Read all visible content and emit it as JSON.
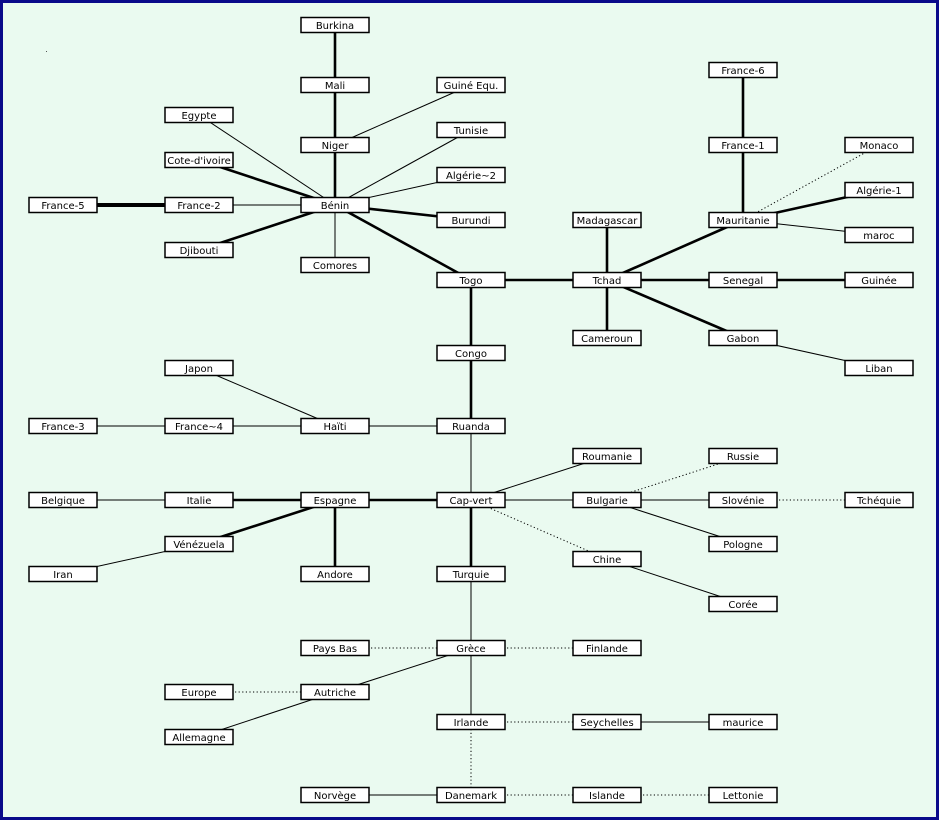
{
  "diagram": {
    "nodes": [
      {
        "id": "burkina",
        "label": "Burkina"
      },
      {
        "id": "mali",
        "label": "Mali"
      },
      {
        "id": "guine_equ",
        "label": "Guiné Equ."
      },
      {
        "id": "egypte",
        "label": "Egypte"
      },
      {
        "id": "tunisie",
        "label": "Tunisie"
      },
      {
        "id": "niger",
        "label": "Niger"
      },
      {
        "id": "cote_divoire",
        "label": "Cote-d'ivoire"
      },
      {
        "id": "algerie2",
        "label": "Algérie~2"
      },
      {
        "id": "france5",
        "label": "France-5"
      },
      {
        "id": "france2",
        "label": "France-2"
      },
      {
        "id": "benin",
        "label": "Bénin"
      },
      {
        "id": "burundi",
        "label": "Burundi"
      },
      {
        "id": "djibouti",
        "label": "Djibouti"
      },
      {
        "id": "comores",
        "label": "Comores"
      },
      {
        "id": "france6",
        "label": "France-6"
      },
      {
        "id": "france1",
        "label": "France-1"
      },
      {
        "id": "monaco",
        "label": "Monaco"
      },
      {
        "id": "algerie1",
        "label": "Algérie-1"
      },
      {
        "id": "madagascar",
        "label": "Madagascar"
      },
      {
        "id": "mauritanie",
        "label": "Mauritanie"
      },
      {
        "id": "maroc",
        "label": "maroc"
      },
      {
        "id": "togo",
        "label": "Togo"
      },
      {
        "id": "tchad",
        "label": "Tchad"
      },
      {
        "id": "senegal",
        "label": "Senegal"
      },
      {
        "id": "guinee",
        "label": "Guinée"
      },
      {
        "id": "cameroun",
        "label": "Cameroun"
      },
      {
        "id": "gabon",
        "label": "Gabon"
      },
      {
        "id": "congo",
        "label": "Congo"
      },
      {
        "id": "liban",
        "label": "Liban"
      },
      {
        "id": "japon",
        "label": "Japon"
      },
      {
        "id": "france3",
        "label": "France-3"
      },
      {
        "id": "france4",
        "label": "France~4"
      },
      {
        "id": "haiti",
        "label": "Haïti"
      },
      {
        "id": "ruanda",
        "label": "Ruanda"
      },
      {
        "id": "roumanie",
        "label": "Roumanie"
      },
      {
        "id": "russie",
        "label": "Russie"
      },
      {
        "id": "belgique",
        "label": "Belgique"
      },
      {
        "id": "italie",
        "label": "Italie"
      },
      {
        "id": "espagne",
        "label": "Espagne"
      },
      {
        "id": "capvert",
        "label": "Cap-vert"
      },
      {
        "id": "bulgarie",
        "label": "Bulgarie"
      },
      {
        "id": "slovenie",
        "label": "Slovénie"
      },
      {
        "id": "tchequie",
        "label": "Tchéquie"
      },
      {
        "id": "venezuela",
        "label": "Vénézuela"
      },
      {
        "id": "pologne",
        "label": "Pologne"
      },
      {
        "id": "chine",
        "label": "Chine"
      },
      {
        "id": "iran",
        "label": "Iran"
      },
      {
        "id": "andore",
        "label": "Andore"
      },
      {
        "id": "turquie",
        "label": "Turquie"
      },
      {
        "id": "coree",
        "label": "Corée"
      },
      {
        "id": "pays_bas",
        "label": "Pays Bas"
      },
      {
        "id": "grece",
        "label": "Grèce"
      },
      {
        "id": "finlande",
        "label": "Finlande"
      },
      {
        "id": "europe",
        "label": "Europe"
      },
      {
        "id": "autriche",
        "label": "Autriche"
      },
      {
        "id": "irlande",
        "label": "Irlande"
      },
      {
        "id": "seychelles",
        "label": "Seychelles"
      },
      {
        "id": "maurice",
        "label": "maurice"
      },
      {
        "id": "allemagne",
        "label": "Allemagne"
      },
      {
        "id": "norvege",
        "label": "Norvège"
      },
      {
        "id": "danemark",
        "label": "Danemark"
      },
      {
        "id": "islande",
        "label": "Islande"
      },
      {
        "id": "lettonie",
        "label": "Lettonie"
      }
    ],
    "edges": [
      {
        "from": "burkina",
        "to": "mali",
        "style": "bold"
      },
      {
        "from": "mali",
        "to": "niger",
        "style": "bold"
      },
      {
        "from": "niger",
        "to": "benin",
        "style": "bold"
      },
      {
        "from": "guine_equ",
        "to": "niger",
        "style": "normal"
      },
      {
        "from": "egypte",
        "to": "benin",
        "style": "normal"
      },
      {
        "from": "cote_divoire",
        "to": "benin",
        "style": "bold"
      },
      {
        "from": "france2",
        "to": "benin",
        "style": "normal"
      },
      {
        "from": "france5",
        "to": "france2",
        "style": "heavy"
      },
      {
        "from": "djibouti",
        "to": "benin",
        "style": "bold"
      },
      {
        "from": "comores",
        "to": "benin",
        "style": "normal"
      },
      {
        "from": "tunisie",
        "to": "benin",
        "style": "normal"
      },
      {
        "from": "algerie2",
        "to": "benin",
        "style": "normal"
      },
      {
        "from": "burundi",
        "to": "benin",
        "style": "bold"
      },
      {
        "from": "benin",
        "to": "togo",
        "style": "bold"
      },
      {
        "from": "togo",
        "to": "tchad",
        "style": "bold"
      },
      {
        "from": "togo",
        "to": "congo",
        "style": "bold"
      },
      {
        "from": "madagascar",
        "to": "tchad",
        "style": "bold"
      },
      {
        "from": "cameroun",
        "to": "tchad",
        "style": "bold"
      },
      {
        "from": "tchad",
        "to": "mauritanie",
        "style": "bold"
      },
      {
        "from": "tchad",
        "to": "senegal",
        "style": "bold"
      },
      {
        "from": "tchad",
        "to": "gabon",
        "style": "bold"
      },
      {
        "from": "france6",
        "to": "france1",
        "style": "bold"
      },
      {
        "from": "france1",
        "to": "mauritanie",
        "style": "bold"
      },
      {
        "from": "monaco",
        "to": "mauritanie",
        "style": "dotted"
      },
      {
        "from": "algerie1",
        "to": "mauritanie",
        "style": "bold"
      },
      {
        "from": "maroc",
        "to": "mauritanie",
        "style": "normal"
      },
      {
        "from": "senegal",
        "to": "guinee",
        "style": "bold"
      },
      {
        "from": "gabon",
        "to": "liban",
        "style": "normal"
      },
      {
        "from": "congo",
        "to": "ruanda",
        "style": "bold"
      },
      {
        "from": "japon",
        "to": "haiti",
        "style": "normal"
      },
      {
        "from": "france3",
        "to": "france4",
        "style": "normal"
      },
      {
        "from": "france4",
        "to": "haiti",
        "style": "normal"
      },
      {
        "from": "haiti",
        "to": "ruanda",
        "style": "normal"
      },
      {
        "from": "ruanda",
        "to": "capvert",
        "style": "normal"
      },
      {
        "from": "capvert",
        "to": "roumanie",
        "style": "normal"
      },
      {
        "from": "capvert",
        "to": "bulgarie",
        "style": "normal"
      },
      {
        "from": "capvert",
        "to": "chine",
        "style": "dotted"
      },
      {
        "from": "capvert",
        "to": "espagne",
        "style": "bold"
      },
      {
        "from": "capvert",
        "to": "turquie",
        "style": "bold"
      },
      {
        "from": "bulgarie",
        "to": "russie",
        "style": "dotted"
      },
      {
        "from": "bulgarie",
        "to": "slovenie",
        "style": "normal"
      },
      {
        "from": "bulgarie",
        "to": "pologne",
        "style": "normal"
      },
      {
        "from": "slovenie",
        "to": "tchequie",
        "style": "dotted"
      },
      {
        "from": "chine",
        "to": "coree",
        "style": "normal"
      },
      {
        "from": "belgique",
        "to": "italie",
        "style": "normal"
      },
      {
        "from": "italie",
        "to": "espagne",
        "style": "bold"
      },
      {
        "from": "venezuela",
        "to": "espagne",
        "style": "bold"
      },
      {
        "from": "iran",
        "to": "venezuela",
        "style": "normal"
      },
      {
        "from": "andore",
        "to": "espagne",
        "style": "bold"
      },
      {
        "from": "turquie",
        "to": "grece",
        "style": "normal"
      },
      {
        "from": "pays_bas",
        "to": "grece",
        "style": "dotted"
      },
      {
        "from": "grece",
        "to": "finlande",
        "style": "dotted"
      },
      {
        "from": "grece",
        "to": "autriche",
        "style": "normal"
      },
      {
        "from": "grece",
        "to": "irlande",
        "style": "normal"
      },
      {
        "from": "europe",
        "to": "autriche",
        "style": "dotted"
      },
      {
        "from": "allemagne",
        "to": "autriche",
        "style": "normal"
      },
      {
        "from": "irlande",
        "to": "seychelles",
        "style": "dotted"
      },
      {
        "from": "seychelles",
        "to": "maurice",
        "style": "normal"
      },
      {
        "from": "irlande",
        "to": "danemark",
        "style": "dotted"
      },
      {
        "from": "norvege",
        "to": "danemark",
        "style": "normal"
      },
      {
        "from": "danemark",
        "to": "islande",
        "style": "dotted"
      },
      {
        "from": "islande",
        "to": "lettonie",
        "style": "dotted"
      }
    ]
  }
}
